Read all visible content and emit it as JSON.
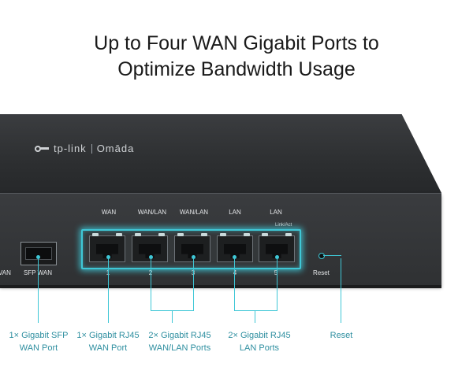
{
  "headline": {
    "line1": "Up to Four WAN Gigabit Ports to",
    "line2": "Optimize Bandwidth Usage"
  },
  "device": {
    "brand": "tp-link",
    "product_line": "Omāda",
    "left_edge_label": "VAN",
    "sfp_label": "SFP WAN",
    "port_headers": [
      "WAN",
      "WAN/LAN",
      "WAN/LAN",
      "LAN",
      "LAN"
    ],
    "port_numbers": [
      "1",
      "2",
      "3",
      "4",
      "5"
    ],
    "link_act": "Link/Act",
    "reset_label": "Reset"
  },
  "callouts": [
    {
      "line1": "1× Gigabit SFP",
      "line2": "WAN Port"
    },
    {
      "line1": "1× Gigabit RJ45",
      "line2": "WAN Port"
    },
    {
      "line1": "2× Gigabit RJ45",
      "line2": "WAN/LAN Ports"
    },
    {
      "line1": "2× Gigabit RJ45",
      "line2": "LAN Ports"
    },
    {
      "line1": "Reset",
      "line2": ""
    }
  ],
  "colors": {
    "accent": "#3fc7d6",
    "callout_text": "#2f8fa0",
    "device_body": "#2f3133"
  }
}
